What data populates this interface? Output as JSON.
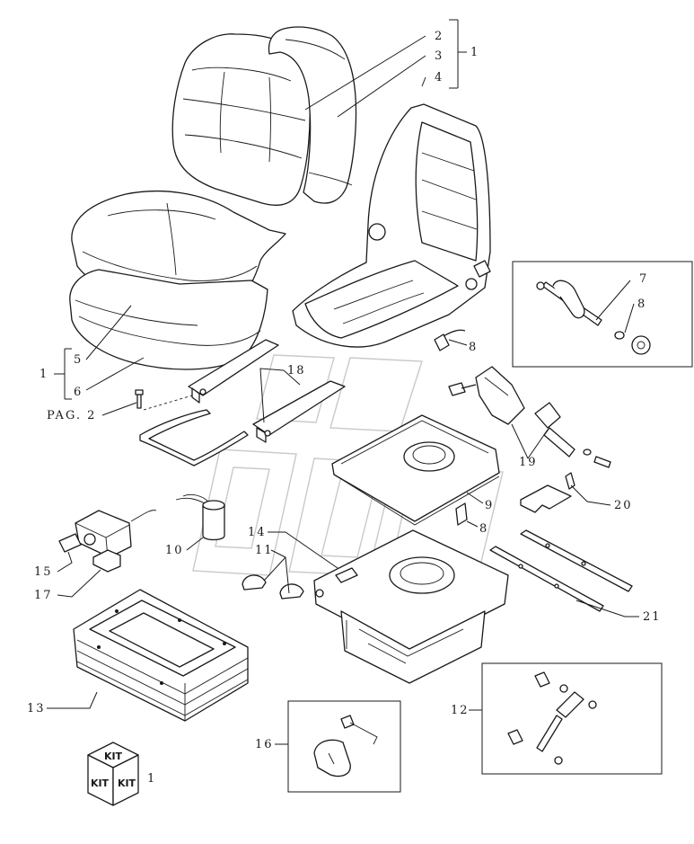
{
  "labels": {
    "l2": "2",
    "l3": "3",
    "l4": "4",
    "l1_top": "1",
    "l7": "7",
    "l8_box": "8",
    "l8_mid": "8",
    "l5": "5",
    "l6": "6",
    "l1_left": "1",
    "pag": "PAG. 2",
    "l18": "18",
    "l19": "19",
    "l9": "9",
    "l8_low": "8",
    "l20": "20",
    "l10": "10",
    "l14": "14",
    "l11": "11",
    "l15": "15",
    "l17": "17",
    "l21": "21",
    "l13": "13",
    "l12": "12",
    "l16": "16",
    "l1_kit": "1"
  },
  "kit": {
    "top": "KIT",
    "left": "KIT",
    "right": "KIT"
  },
  "colors": {
    "line": "#1a1a1a",
    "watermark": "#c9c9c9",
    "background": "#ffffff"
  }
}
